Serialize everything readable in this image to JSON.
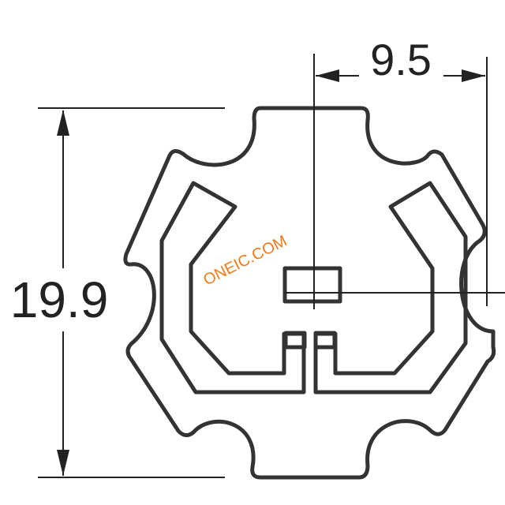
{
  "dimensions": {
    "width_label": "9.5",
    "height_label": "19.9"
  },
  "watermark": {
    "text": "ONEIC.COM",
    "color": "#f07a1a"
  },
  "colors": {
    "outline": "#333333",
    "dimension_line": "#222222",
    "background": "#ffffff"
  }
}
